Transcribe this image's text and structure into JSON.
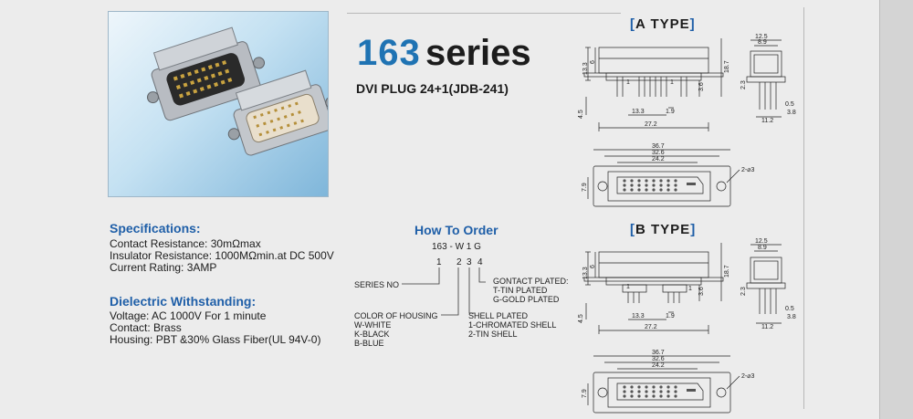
{
  "product": {
    "series_number": "163",
    "series_word": "series",
    "subtitle": "DVI PLUG 24+1(JDB-241)"
  },
  "specifications": {
    "heading": "Specifications:",
    "lines": [
      "Contact Resistance: 30mΩmax",
      "Insulator Resistance: 1000MΩmin.at DC 500V",
      "Current Rating: 3AMP"
    ]
  },
  "dielectric": {
    "heading": "Dielectric Withstanding:",
    "lines": [
      "Voltage: AC 1000V For 1 minute",
      "Contact: Brass",
      "Housing: PBT &30% Glass Fiber(UL 94V-0)"
    ]
  },
  "how_to_order": {
    "heading": "How To Order",
    "code": "163 - W 1 G",
    "digits": [
      "1",
      "2",
      "3",
      "4"
    ],
    "series_no": "SERIES NO",
    "housing": [
      "COLOR OF HOUSING",
      "W-WHITE",
      "K-BLACK",
      "B-BLUE"
    ],
    "contact": [
      "GONTACT PLATED:",
      "T-TIN PLATED",
      "G-GOLD PLATED"
    ],
    "shell": [
      "SHELL PLATED",
      "1-CHROMATED SHELL",
      "2-TIN SHELL"
    ]
  },
  "a_type": {
    "bracket_open": "[",
    "label": "A TYPE",
    "bracket_close": "]",
    "dims": {
      "w125": "12.5",
      "w89": "8.9",
      "h133": "13.3",
      "h6": "6",
      "h187": "18.7",
      "one_a": "1",
      "one_b": "1",
      "h36": "3.6",
      "h45": "4.5",
      "w133": "13.3",
      "w19": "1.9",
      "w272": "27.2",
      "h23": "2.3",
      "w05": "0.5",
      "w38": "3.8",
      "w112": "11.2",
      "w367": "36.7",
      "w326": "32.6",
      "w242": "24.2",
      "h79": "7.9",
      "hole": "2-⌀3"
    }
  },
  "b_type": {
    "bracket_open": "[",
    "label": "B TYPE",
    "bracket_close": "]",
    "dims": {
      "w125": "12.5",
      "w89": "8.9",
      "h133": "13.3",
      "h6": "6",
      "h187": "18.7",
      "one_a": "1",
      "one_b": "1",
      "h36": "3.6",
      "h45": "4.5",
      "w133": "13.3",
      "w19": "1.9",
      "w272": "27.2",
      "h23": "2.3",
      "w05": "0.5",
      "w38": "3.8",
      "w112": "11.2",
      "w367": "36.7",
      "w326": "32.6",
      "w242": "24.2",
      "h79": "7.9",
      "hole": "2-⌀3"
    }
  }
}
